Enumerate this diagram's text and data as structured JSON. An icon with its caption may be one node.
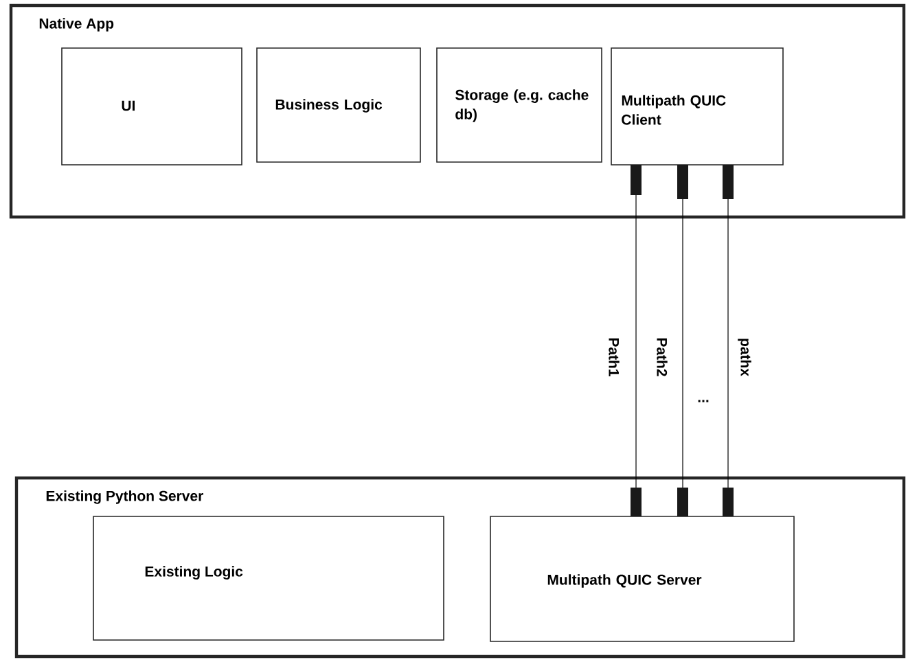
{
  "diagram": {
    "nodes": [
      {
        "text": [
          "Native App"
        ]
      },
      {
        "text": [
          "UI"
        ],
        "in": 0
      },
      {
        "text": [
          "Business Logic"
        ],
        "in": 0
      },
      {
        "text": [
          "Storage (e.g. cache db)"
        ],
        "in": 0
      },
      {
        "text": [
          "Multipath QUIC Client"
        ],
        "in": 0
      },
      {
        "text": [
          "Existing Python Server"
        ]
      },
      {
        "text": [
          "Existing Logic"
        ],
        "in": 5
      },
      {
        "text": [
          "Multipath QUIC Server"
        ],
        "in": 5
      }
    ],
    "edges": [
      {
        "from": 4,
        "to": 7,
        "arrow": "none",
        "label": "Path1"
      },
      {
        "from": 4,
        "to": 7,
        "arrow": "none",
        "label": "Path2"
      },
      {
        "from": 4,
        "to": 7,
        "arrow": "none",
        "label": "pathx"
      }
    ],
    "labels": [
      "..."
    ]
  }
}
